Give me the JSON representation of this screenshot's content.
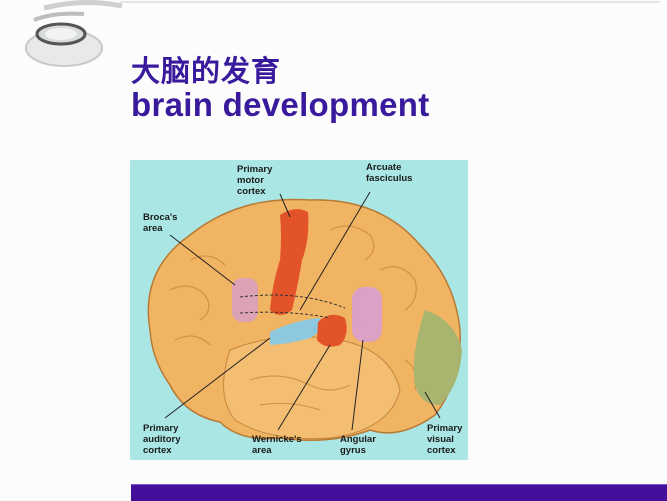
{
  "slide": {
    "title_zh": "大脑的发育",
    "title_en": "brain development",
    "accent_color": "#3a1a9c",
    "footer_color": "#42109a"
  },
  "figure": {
    "background_color": "#a9e6e4",
    "labels": {
      "primary_motor_cortex": "Primary\nmotor\ncortex",
      "arcuate_fasciculus": "Arcuate\nfasciculus",
      "brocas_area": "Broca's\narea",
      "primary_auditory_cortex": "Primary\nauditory\ncortex",
      "wernickes_area": "Wernicke's\narea",
      "angular_gyrus": "Angular\ngyrus",
      "primary_visual_cortex": "Primary\nvisual\ncortex"
    },
    "region_colors": {
      "brain": "#f1b462",
      "motor_cortex": "#e2532a",
      "brocas_area": "#d9a0c0",
      "auditory_cortex": "#8ec8de",
      "wernickes_area": "#e2532a",
      "angular_gyrus": "#d9a0d0",
      "visual_cortex": "#a9b46e"
    }
  }
}
